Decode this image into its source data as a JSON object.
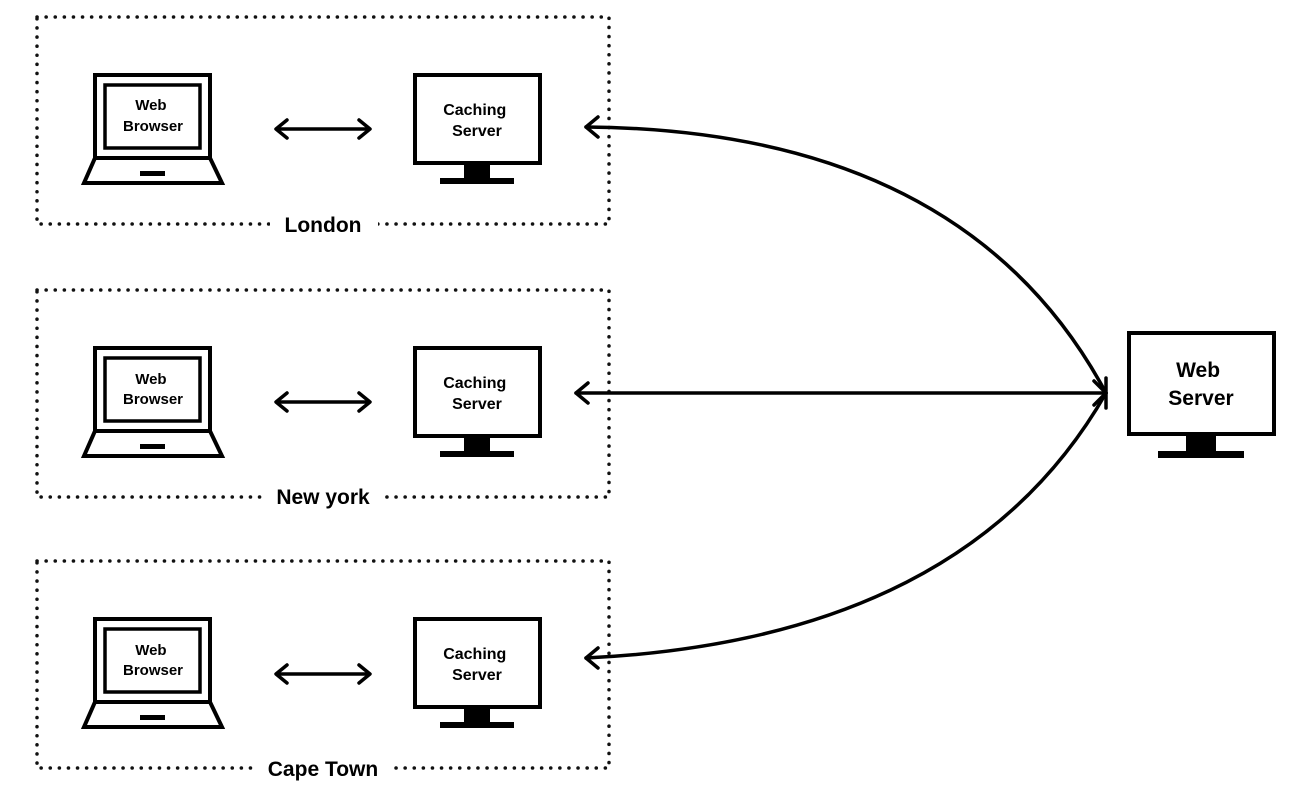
{
  "regions": [
    {
      "name": "London",
      "browser_label": [
        "Web",
        "Browser"
      ],
      "cache_label": [
        "Caching",
        "Server"
      ]
    },
    {
      "name": "New york",
      "browser_label": [
        "Web",
        "Browser"
      ],
      "cache_label": [
        "Caching",
        "Server"
      ]
    },
    {
      "name": "Cape Town",
      "browser_label": [
        "Web",
        "Browser"
      ],
      "cache_label": [
        "Caching",
        "Server"
      ]
    }
  ],
  "web_server": {
    "label": [
      "Web",
      "Server"
    ]
  },
  "connections": [
    {
      "from": "Web Browser (London)",
      "to": "Caching Server (London)",
      "direction": "bidirectional"
    },
    {
      "from": "Web Browser (New york)",
      "to": "Caching Server (New york)",
      "direction": "bidirectional"
    },
    {
      "from": "Web Browser (Cape Town)",
      "to": "Caching Server (Cape Town)",
      "direction": "bidirectional"
    },
    {
      "from": "Caching Server (London)",
      "to": "Web Server",
      "direction": "bidirectional"
    },
    {
      "from": "Caching Server (New york)",
      "to": "Web Server",
      "direction": "bidirectional"
    },
    {
      "from": "Caching Server (Cape Town)",
      "to": "Web Server",
      "direction": "bidirectional"
    }
  ],
  "icons": {
    "browser": "laptop-icon",
    "cache": "monitor-icon",
    "server": "monitor-icon"
  }
}
